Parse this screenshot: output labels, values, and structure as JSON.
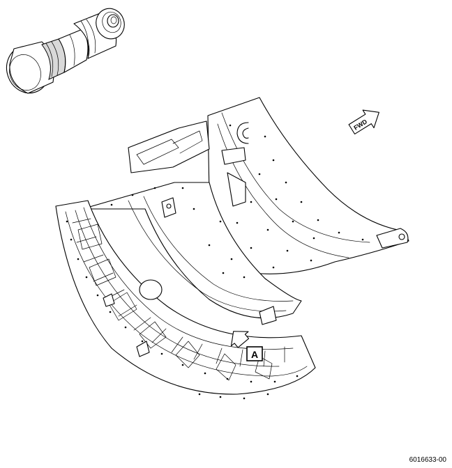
{
  "figure": {
    "callout_label": "A",
    "direction_label": "FWD",
    "figure_number": "6016633-00"
  },
  "colors": {
    "line": "#000000",
    "background": "#ffffff",
    "shading": "#d9d9d9"
  },
  "icons": [
    "forward-direction-arrow",
    "view-arrow"
  ]
}
